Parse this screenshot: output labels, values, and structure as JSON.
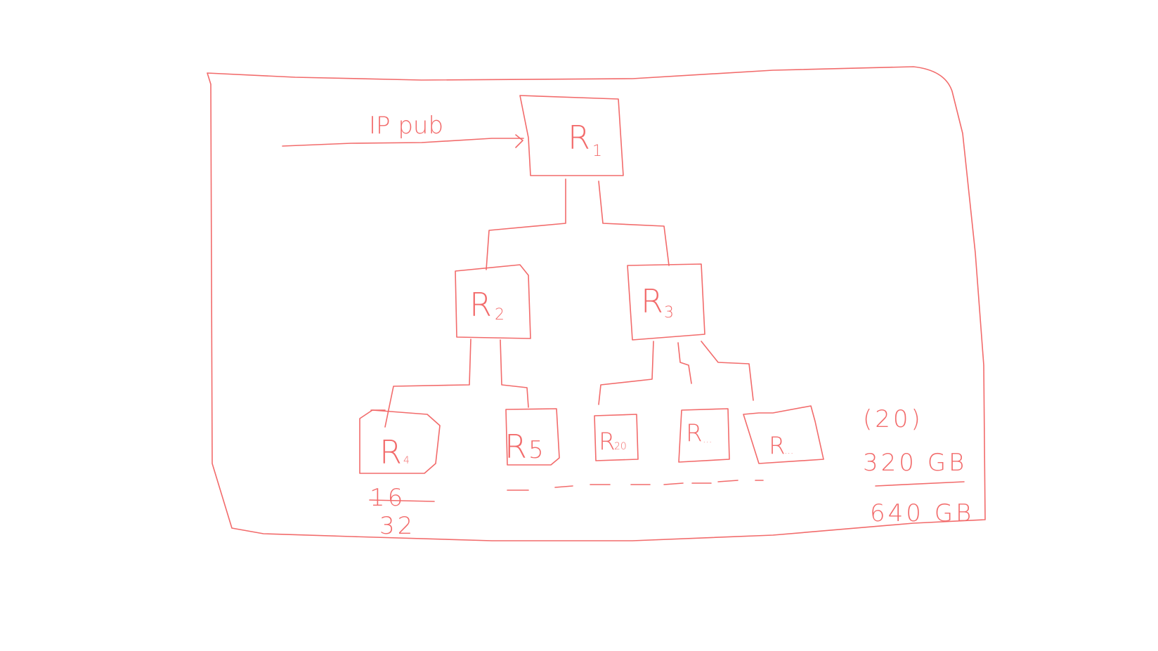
{
  "diagram": {
    "ink_color": "#f26b6b",
    "input_arrow": {
      "label": "IP pub"
    },
    "nodes": {
      "r1": {
        "letter": "R",
        "sub": "1"
      },
      "r2": {
        "letter": "R",
        "sub": "2"
      },
      "r3": {
        "letter": "R",
        "sub": "3"
      },
      "r4": {
        "letter": "R",
        "sub": "4"
      },
      "r5": {
        "letter": "R",
        "sub": "5"
      },
      "r20": {
        "letter": "R",
        "sub": "20"
      },
      "r_a": {
        "letter": "R",
        "sub": "..."
      },
      "r_b": {
        "letter": "R",
        "sub": "..."
      }
    },
    "notes": {
      "left_top": "16",
      "left_bottom": "32",
      "right_count": "(20)",
      "right_mid": "320 GB",
      "right_bottom": "640 GB"
    }
  }
}
